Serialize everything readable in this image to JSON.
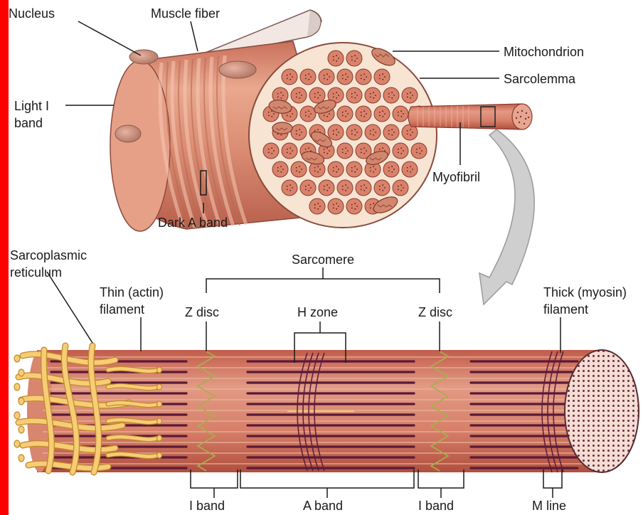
{
  "labels": {
    "nucleus": "Nucleus",
    "muscle_fiber": "Muscle fiber",
    "mitochondrion": "Mitochondrion",
    "sarcolemma": "Sarcolemma",
    "light_i_band": "Light I",
    "light_i_band_2": "band",
    "myofibril": "Myofibril",
    "dark_a_band": "Dark A band",
    "sarcoplasmic_1": "Sarcoplasmic",
    "sarcoplasmic_2": "reticulum",
    "sarcomere": "Sarcomere",
    "thin_1": "Thin (actin)",
    "thin_2": "filament",
    "z_disc_left": "Z disc",
    "h_zone": "H zone",
    "z_disc_right": "Z disc",
    "thick_1": "Thick (myosin)",
    "thick_2": "filament",
    "i_band_left": "I band",
    "a_band": "A band",
    "i_band_right": "I band",
    "m_line": "M line"
  },
  "colors": {
    "frame": "#ff0000",
    "fiber": "#dd8f73",
    "fiber_light": "#efb7a0",
    "fiber_dark": "#c06a55",
    "cross_section": "#f8e6d6",
    "myofibril_circle": "#d9826a",
    "thick_filament": "#5a1a38",
    "thin_filament": "#c9a84a",
    "reticulum": "#f2c466",
    "arrow": "#c8c8c8"
  }
}
